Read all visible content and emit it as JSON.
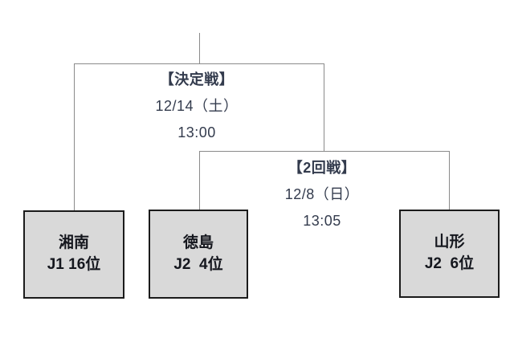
{
  "bracket": {
    "final": {
      "title": "【決定戦】",
      "date": "12/14（土）",
      "time": "13:00"
    },
    "second_round": {
      "title": "【2回戦】",
      "date": "12/8（日）",
      "time": "13:05"
    },
    "teams": [
      {
        "name": "湘南",
        "rank": "J1 16位"
      },
      {
        "name": "徳島",
        "rank": "J2  4位"
      },
      {
        "name": "山形",
        "rank": "J2  6位"
      }
    ]
  },
  "colors": {
    "connector_line": "#8a8a8a",
    "box_fill": "#d9d9d9",
    "box_border": "#1b1b1b",
    "label_text": "#333b4d",
    "team_text": "#15171e",
    "background": "#ffffff"
  }
}
